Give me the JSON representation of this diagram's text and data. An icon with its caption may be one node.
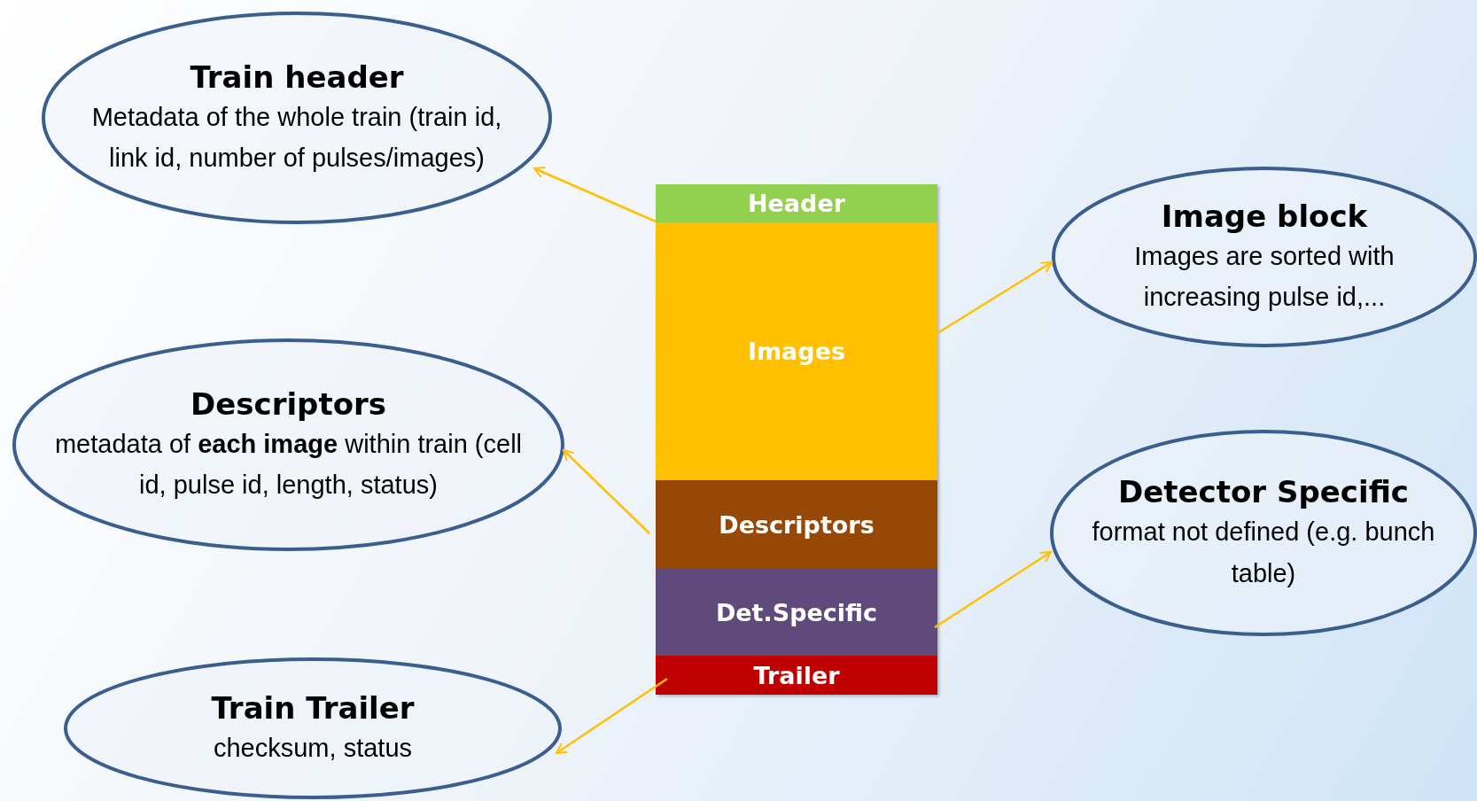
{
  "diagram": {
    "nodes": [
      {
        "text": [
          "Train header",
          "Metadata of the whole train (train id, link id, number of pulses/images)"
        ]
      },
      {
        "text": [
          "Header"
        ]
      },
      {
        "text": [
          "Image block",
          "Images are sorted with increasing pulse id,..."
        ]
      },
      {
        "text": [
          "Images"
        ]
      },
      {
        "text": [
          "Descriptors",
          "metadata of **each image** within train (cell id, pulse id, length, status)"
        ]
      },
      {
        "text": [
          "Descriptors"
        ]
      },
      {
        "text": [
          "Detector Specific",
          "format not defined (e.g. bunch table)"
        ]
      },
      {
        "text": [
          "Det.Specific"
        ]
      },
      {
        "text": [
          "Train Trailer",
          "checksum, status"
        ]
      },
      {
        "text": [
          "Trailer"
        ]
      }
    ],
    "edges": [
      {
        "from": 1,
        "to": 0,
        "arrow": "to"
      },
      {
        "from": 3,
        "to": 2,
        "arrow": "to"
      },
      {
        "from": 5,
        "to": 4,
        "arrow": "to"
      },
      {
        "from": 7,
        "to": 6,
        "arrow": "to"
      },
      {
        "from": 9,
        "to": 8,
        "arrow": "to"
      }
    ]
  }
}
